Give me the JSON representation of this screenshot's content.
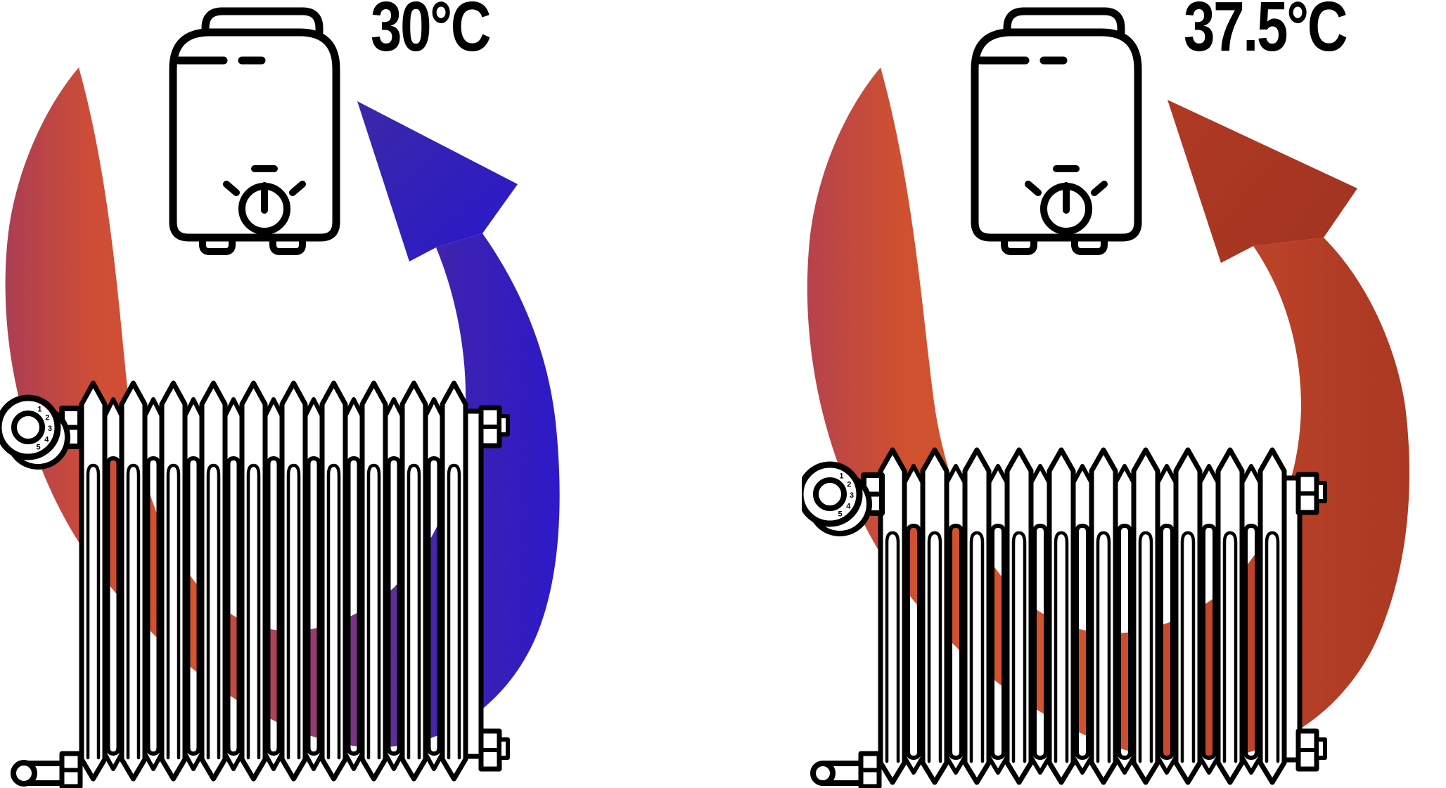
{
  "page": {
    "background": "#ffffff",
    "line_color": "#000000"
  },
  "diagrams": [
    {
      "name": "low-return-temperature",
      "boiler_temp": "30°C",
      "valve_markings": [
        "1",
        "2",
        "3",
        "4",
        "5"
      ],
      "flow_gradient": [
        [
          0.0,
          "#A93D56"
        ],
        [
          0.16,
          "#CE4D36"
        ],
        [
          0.34,
          "#D5532E"
        ],
        [
          0.5,
          "#A64160"
        ],
        [
          0.63,
          "#713386"
        ],
        [
          0.78,
          "#3D22B0"
        ],
        [
          1.0,
          "#2B18CB"
        ]
      ],
      "arrowhead_gradient": [
        "#3A28A8",
        "#2C1AC6"
      ]
    },
    {
      "name": "high-return-temperature",
      "boiler_temp": "37.5°C",
      "valve_markings": [
        "1",
        "2",
        "3",
        "4",
        "5"
      ],
      "flow_gradient": [
        [
          0.0,
          "#B4424E"
        ],
        [
          0.16,
          "#D0512F"
        ],
        [
          0.38,
          "#D5532E"
        ],
        [
          0.62,
          "#C4482B"
        ],
        [
          0.82,
          "#B23D25"
        ],
        [
          1.0,
          "#A83621"
        ]
      ],
      "arrowhead_gradient": [
        "#AF3A24",
        "#A23420"
      ]
    }
  ]
}
